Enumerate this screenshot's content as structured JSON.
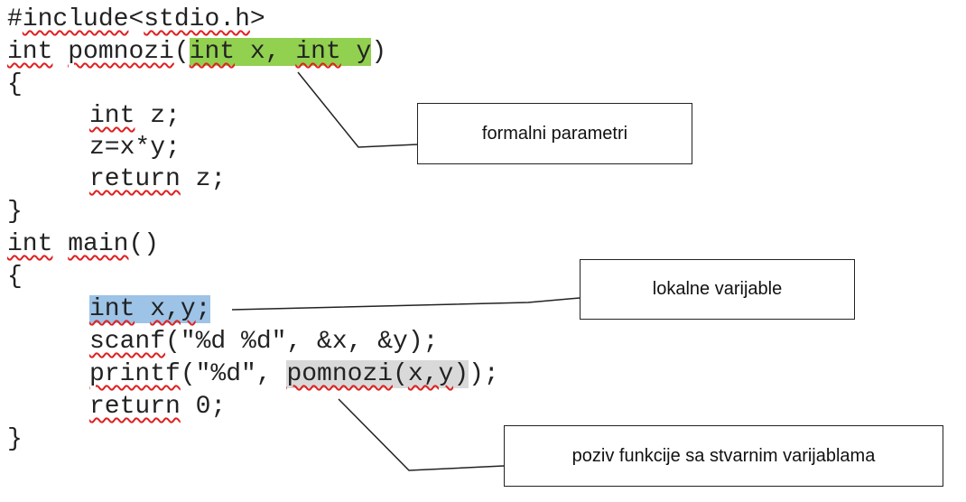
{
  "code_lines": [
    {
      "segments": [
        {
          "t": "#"
        },
        {
          "t": "include",
          "sq": true
        },
        {
          "t": "<"
        },
        {
          "t": "stdio.h",
          "sq": true
        },
        {
          "t": ">"
        }
      ]
    },
    {
      "segments": [
        {
          "t": "int",
          "sq": true
        },
        {
          "t": " "
        },
        {
          "t": "pomnozi",
          "sq": true
        },
        {
          "t": "("
        },
        {
          "t": "int",
          "sq": true,
          "hl": "green"
        },
        {
          "t": " x, ",
          "hl": "green"
        },
        {
          "t": "int",
          "sq": true,
          "hl": "green"
        },
        {
          "t": " y",
          "hl": "green"
        },
        {
          "t": ")"
        }
      ]
    },
    {
      "segments": [
        {
          "t": "{"
        }
      ]
    },
    {
      "indent": true,
      "segments": [
        {
          "t": "int",
          "sq": true
        },
        {
          "t": " z;"
        }
      ]
    },
    {
      "indent": true,
      "segments": [
        {
          "t": "z=x*y;"
        }
      ]
    },
    {
      "indent": true,
      "segments": [
        {
          "t": "return",
          "sq": true
        },
        {
          "t": " z;"
        }
      ]
    },
    {
      "segments": [
        {
          "t": "}"
        }
      ]
    },
    {
      "segments": [
        {
          "t": "int",
          "sq": true
        },
        {
          "t": " "
        },
        {
          "t": "main",
          "sq": true
        },
        {
          "t": "()"
        }
      ]
    },
    {
      "segments": [
        {
          "t": "{"
        }
      ]
    },
    {
      "indent": true,
      "segments": [
        {
          "t": "int",
          "sq": true,
          "hl": "blue"
        },
        {
          "t": " ",
          "hl": "blue"
        },
        {
          "t": "x,y",
          "sq": true,
          "hl": "blue"
        },
        {
          "t": ";",
          "hl": "blue"
        }
      ]
    },
    {
      "indent": true,
      "segments": [
        {
          "t": "scanf",
          "sq": true
        },
        {
          "t": "(\"%d %d\", &x, &y);"
        }
      ]
    },
    {
      "indent": true,
      "segments": [
        {
          "t": "printf",
          "sq": true
        },
        {
          "t": "(\"%d\", "
        },
        {
          "t": "pomnozi",
          "sq": true,
          "hl": "gray"
        },
        {
          "t": "(",
          "hl": "gray"
        },
        {
          "t": "x,y",
          "sq": true,
          "hl": "gray"
        },
        {
          "t": ")",
          "hl": "gray"
        },
        {
          "t": ");"
        }
      ]
    },
    {
      "indent": true,
      "segments": [
        {
          "t": "return",
          "sq": true
        },
        {
          "t": " 0;"
        }
      ]
    },
    {
      "segments": [
        {
          "t": "}"
        }
      ]
    }
  ],
  "callouts": {
    "formal": "formalni parametri",
    "local": "lokalne varijable",
    "call": "poziv funkcije sa stvarnim varijablama"
  },
  "colors": {
    "green": "#92d050",
    "blue": "#9dc3e6",
    "gray": "#d9d9d9",
    "squiggle": "#e02020"
  }
}
